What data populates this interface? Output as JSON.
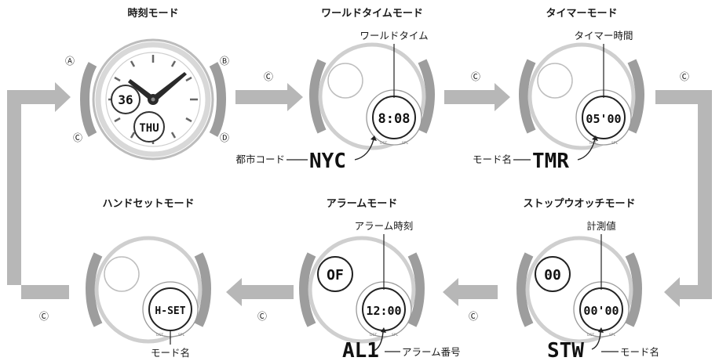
{
  "modes": {
    "time": {
      "title": "時刻モード",
      "date": "36",
      "day": "THU"
    },
    "world": {
      "title": "ワールドタイムモード",
      "callout": "ワールドタイム",
      "time": "8:08",
      "code_label": "都市コード",
      "code": "NYC"
    },
    "timer": {
      "title": "タイマーモード",
      "callout": "タイマー時間",
      "time": "05'00",
      "name_label": "モード名",
      "name": "TMR"
    },
    "handset": {
      "title": "ハンドセットモード",
      "lcd": "H-SET",
      "name_label": "モード名"
    },
    "alarm": {
      "title": "アラームモード",
      "callout": "アラーム時刻",
      "small": "OF",
      "time": "12:00",
      "name": "AL1",
      "number_label": "アラーム番号"
    },
    "stopwatch": {
      "title": "ストップウオッチモード",
      "callout": "計測値",
      "small": "00",
      "time": "00'00",
      "name": "STW",
      "name_label": "モード名"
    }
  },
  "buttons": {
    "a": "Ⓐ",
    "b": "Ⓑ",
    "c": "Ⓒ",
    "d": "Ⓓ"
  },
  "dial_marks": {
    "dst": "DST",
    "spl": "SPL"
  },
  "colors": {
    "arrow_fill": "#b7b7b7",
    "bezel": "#9d9d9d",
    "ring": "#cfcfcf"
  }
}
